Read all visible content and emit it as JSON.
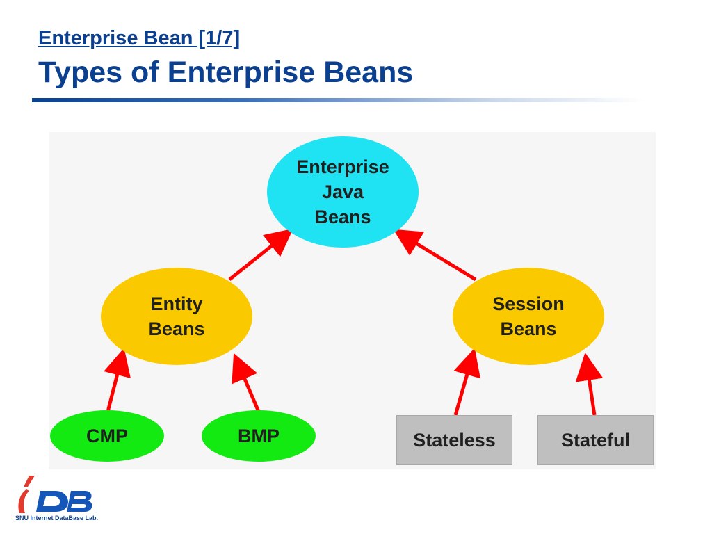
{
  "header": {
    "section_link": "Enterprise Bean [1/7]",
    "title": "Types of Enterprise Beans"
  },
  "diagram": {
    "nodes": {
      "root": "Enterprise\nJava\nBeans",
      "entity": "Entity\nBeans",
      "session": "Session\nBeans",
      "cmp": "CMP",
      "bmp": "BMP",
      "stateless": "Stateless",
      "stateful": "Stateful"
    },
    "edges": [
      [
        "entity",
        "root"
      ],
      [
        "session",
        "root"
      ],
      [
        "cmp",
        "entity"
      ],
      [
        "bmp",
        "entity"
      ],
      [
        "stateless",
        "session"
      ],
      [
        "stateful",
        "session"
      ]
    ],
    "colors": {
      "root": "#1fe3f2",
      "mid": "#fbc900",
      "leaf_green": "#12ea12",
      "leaf_gray": "#bfbfbf",
      "arrow": "#ff0000"
    }
  },
  "logo": {
    "wordmark": "iDB",
    "caption": "SNU Internet DataBase Lab."
  }
}
